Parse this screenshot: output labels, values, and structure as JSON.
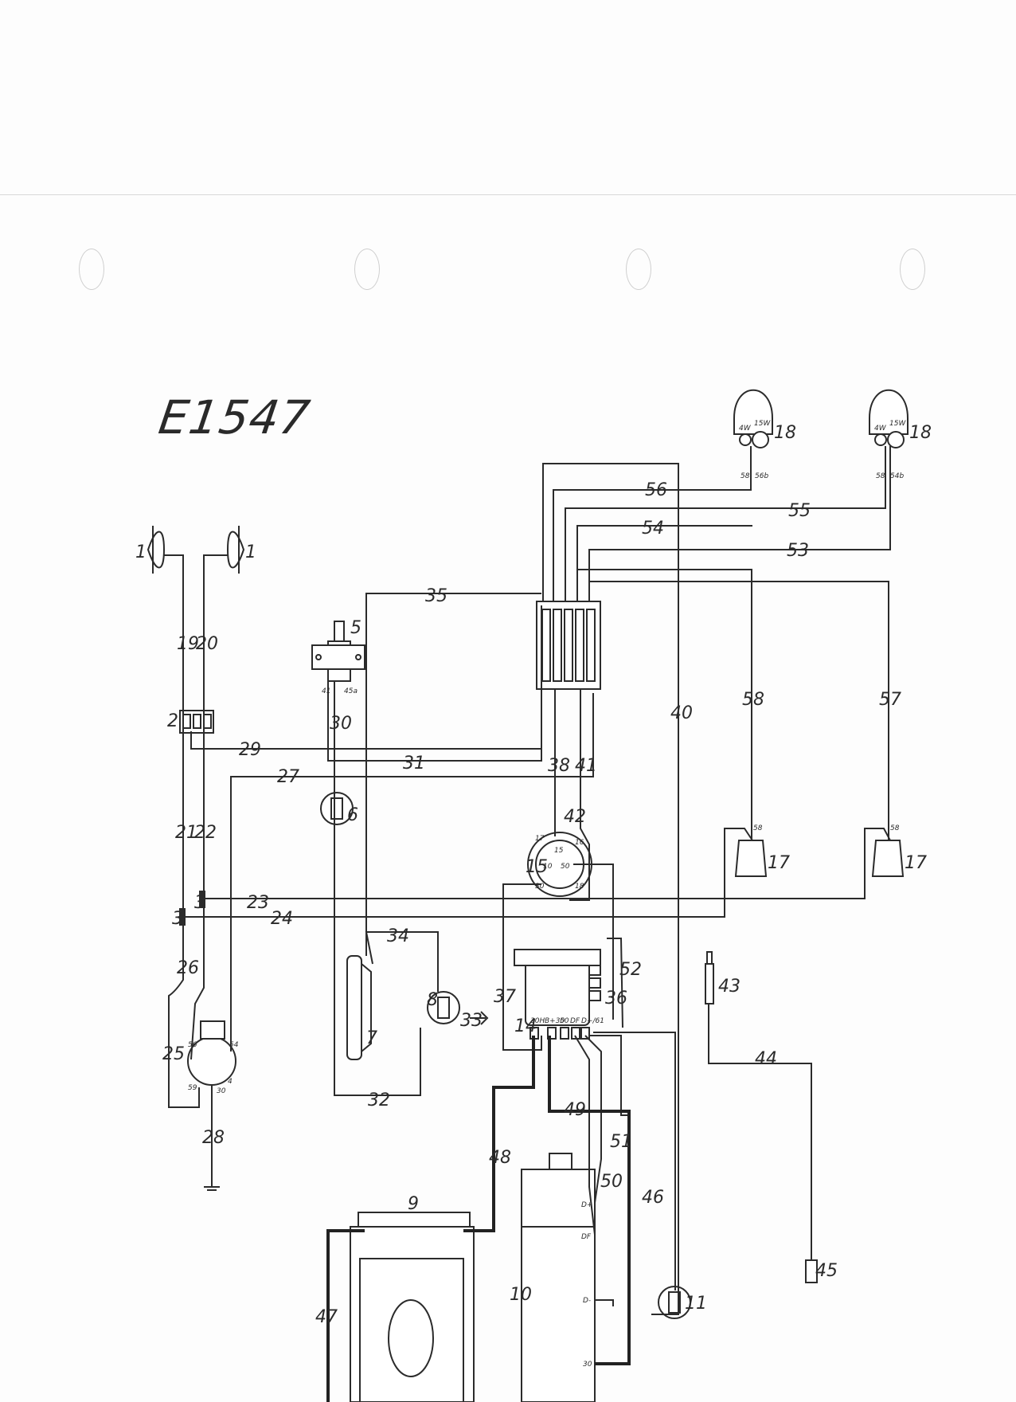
{
  "diagram_code": "E1547",
  "wire_labels": [
    "19",
    "20",
    "21",
    "22",
    "23",
    "24",
    "25",
    "26",
    "27",
    "28",
    "29",
    "30",
    "31",
    "32",
    "33",
    "34",
    "35",
    "36",
    "37",
    "38",
    "40",
    "41",
    "42",
    "44",
    "46",
    "47",
    "48",
    "49",
    "50",
    "51",
    "52",
    "53",
    "54",
    "55",
    "56",
    "57",
    "58"
  ],
  "component_labels": [
    "1",
    "1",
    "2",
    "3",
    "3",
    "5",
    "6",
    "7",
    "8",
    "9",
    "10",
    "11",
    "14",
    "15",
    "17",
    "17",
    "18",
    "18",
    "43",
    "45"
  ],
  "terminal_labels": {
    "bulb_small": "4W",
    "bulb_large": "15W",
    "tail_left_terms": [
      "58",
      "56b"
    ],
    "tail_right_terms": [
      "58",
      "54b"
    ],
    "regulator_terms": [
      "30H",
      "B+30",
      "50",
      "DF",
      "D+/61"
    ],
    "ignition_terms": [
      "17",
      "15",
      "16",
      "10",
      "50",
      "30",
      "18"
    ],
    "switch_terms": [
      "56",
      "54",
      "59",
      "30",
      "4"
    ],
    "coil_terms": [
      "41",
      "45a"
    ],
    "dynamo_terms": [
      "D+",
      "DF",
      "D-",
      "30"
    ],
    "indicator_term": "58"
  }
}
